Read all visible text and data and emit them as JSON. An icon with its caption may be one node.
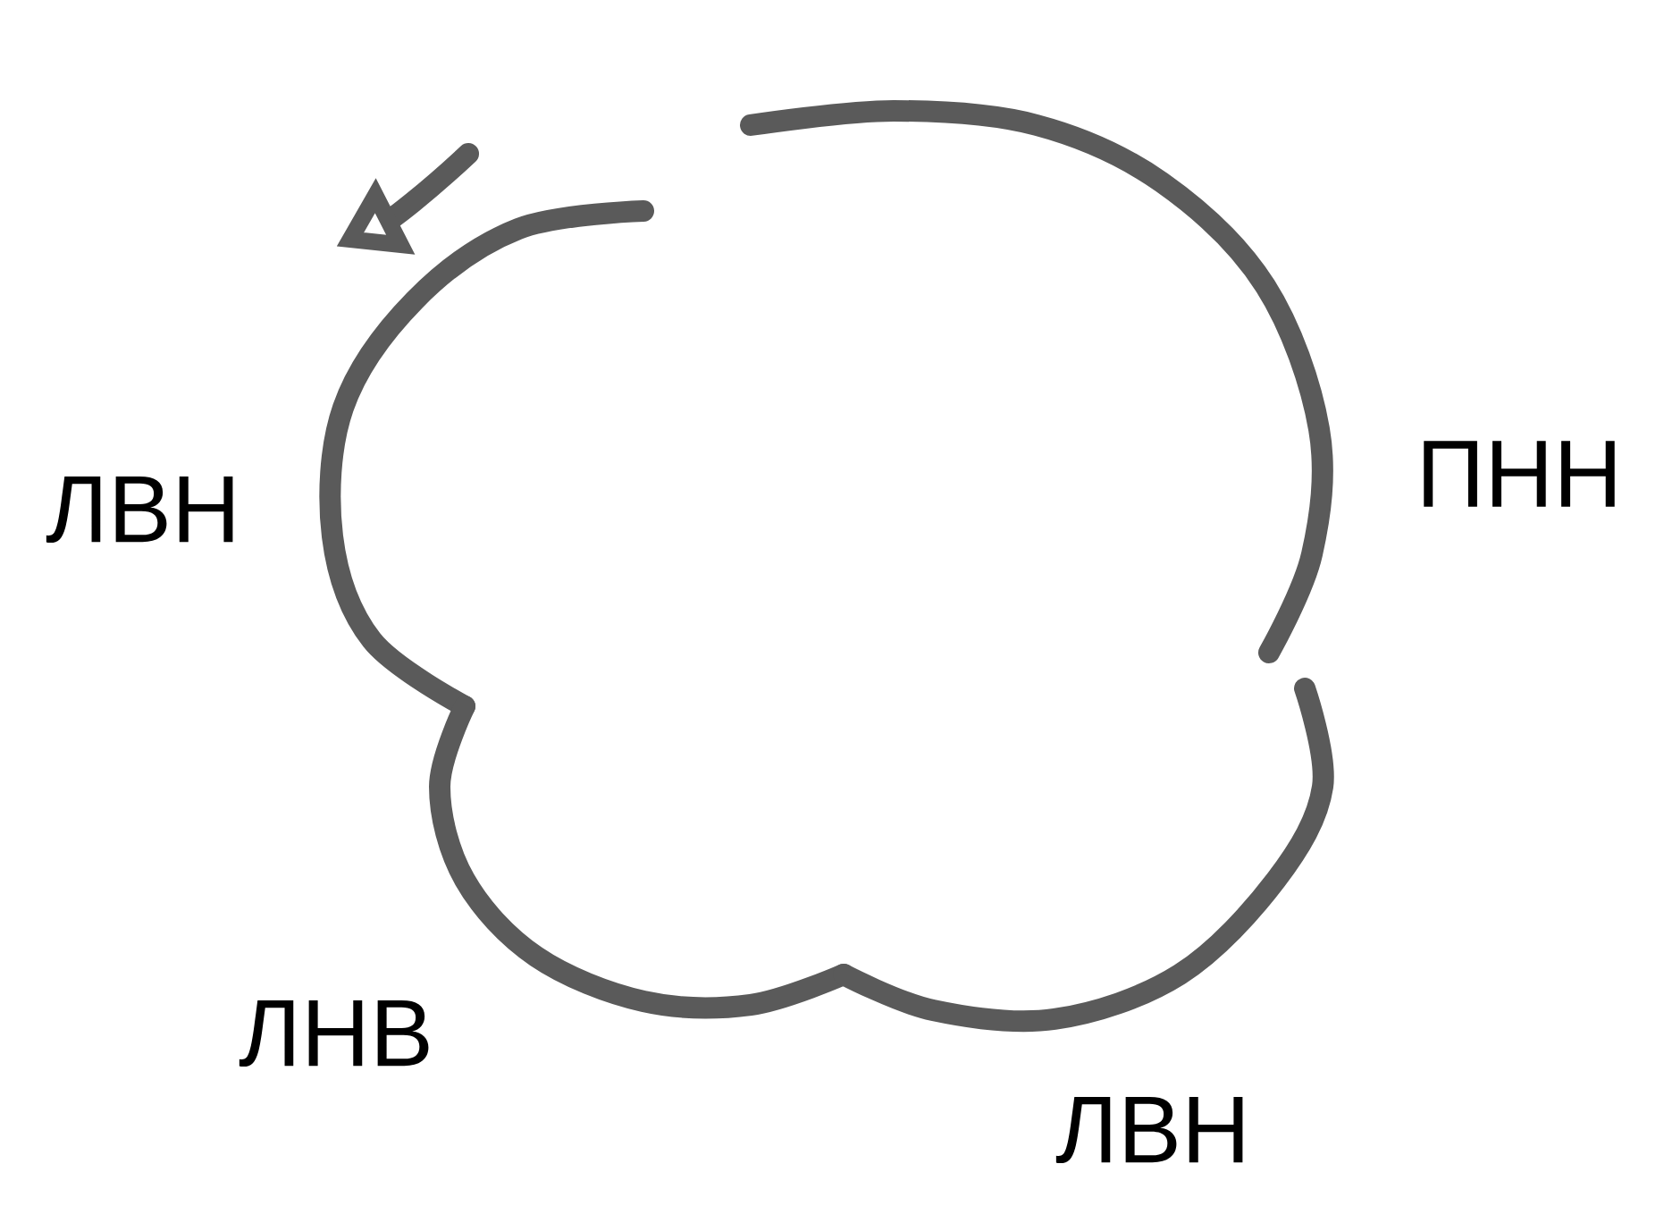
{
  "diagram": {
    "labels": [
      "ЛВН",
      "ПНН",
      "ЛНВ",
      "ЛВН"
    ]
  }
}
